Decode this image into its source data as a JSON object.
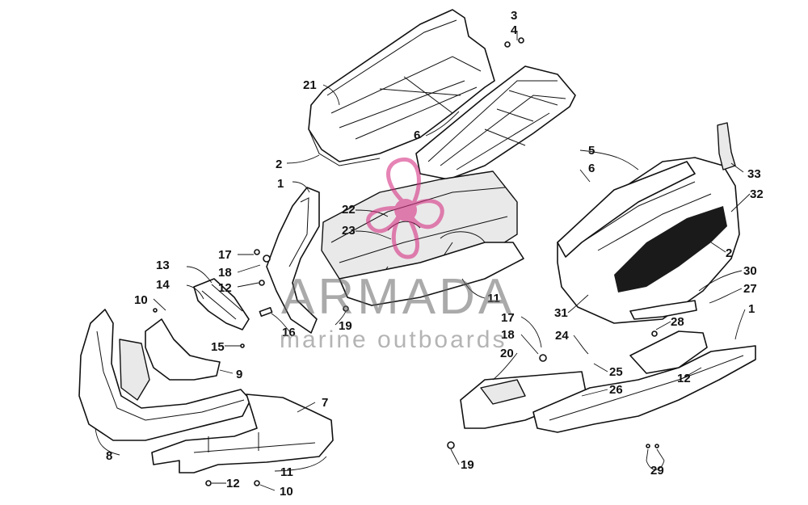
{
  "callouts": [
    {
      "text": "1"
    },
    {
      "text": "1"
    },
    {
      "text": "2"
    },
    {
      "text": "2"
    },
    {
      "text": "3"
    },
    {
      "text": "4"
    },
    {
      "text": "5"
    },
    {
      "text": "6"
    },
    {
      "text": "6"
    },
    {
      "text": "7"
    },
    {
      "text": "8"
    },
    {
      "text": "9"
    },
    {
      "text": "10"
    },
    {
      "text": "10"
    },
    {
      "text": "11"
    },
    {
      "text": "11"
    },
    {
      "text": "12"
    },
    {
      "text": "12"
    },
    {
      "text": "12"
    },
    {
      "text": "13"
    },
    {
      "text": "14"
    },
    {
      "text": "15"
    },
    {
      "text": "16"
    },
    {
      "text": "17"
    },
    {
      "text": "17"
    },
    {
      "text": "18"
    },
    {
      "text": "18"
    },
    {
      "text": "19"
    },
    {
      "text": "19"
    },
    {
      "text": "20"
    },
    {
      "text": "21"
    },
    {
      "text": "22"
    },
    {
      "text": "23"
    },
    {
      "text": "24"
    },
    {
      "text": "25"
    },
    {
      "text": "26"
    },
    {
      "text": "27"
    },
    {
      "text": "28"
    },
    {
      "text": "29"
    },
    {
      "text": "30"
    },
    {
      "text": "31"
    },
    {
      "text": "32"
    },
    {
      "text": "33"
    }
  ],
  "watermark": {
    "title": "ARMADA",
    "subtitle": "marine outboards",
    "logo_color": "#d63384"
  }
}
